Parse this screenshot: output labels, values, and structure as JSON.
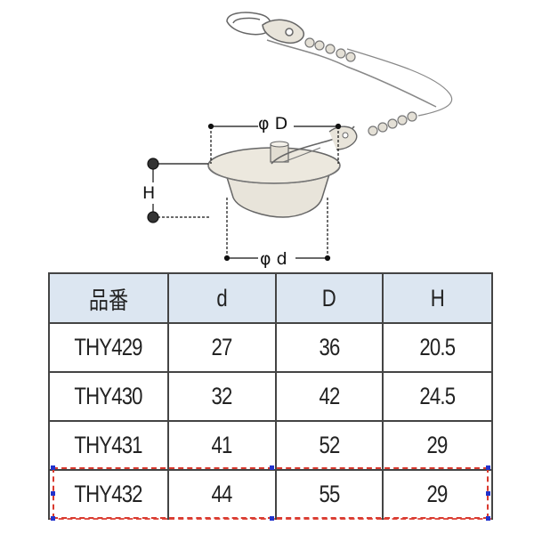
{
  "diagram": {
    "label_outer_diameter": "φ D",
    "label_inner_diameter": "φ d",
    "label_height": "H"
  },
  "table": {
    "headers": [
      "品番",
      "d",
      "D",
      "H"
    ],
    "rows": [
      [
        "THY429",
        "27",
        "36",
        "20.5"
      ],
      [
        "THY430",
        "32",
        "42",
        "24.5"
      ],
      [
        "THY431",
        "41",
        "52",
        "29"
      ],
      [
        "THY432",
        "44",
        "55",
        "29"
      ]
    ],
    "selected_row_index": 3
  }
}
